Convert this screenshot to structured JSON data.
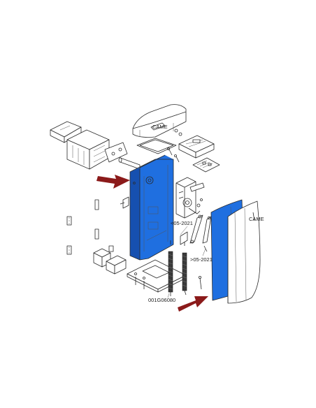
{
  "labels": {
    "rev_before": "<05-2021",
    "rev_after": ">05-2021",
    "part_code": "001G06080"
  },
  "colors": {
    "highlight": "#1f6fe0",
    "highlight_dark": "#1650b0",
    "arrow": "#8b1a1a"
  },
  "icons": {
    "pointer_arrow": "arrow-right-icon"
  }
}
